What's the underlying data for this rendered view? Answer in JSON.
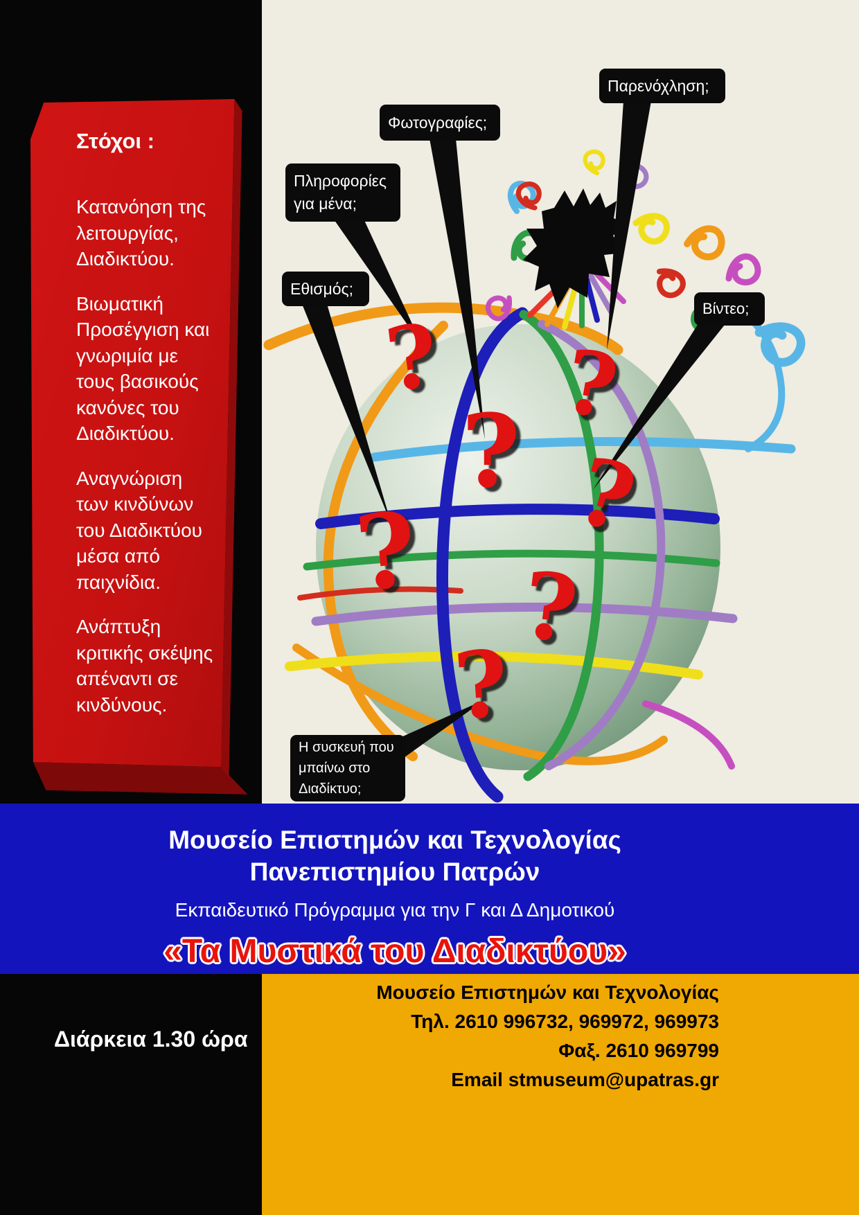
{
  "goals": {
    "title": "Στόχοι :",
    "items": [
      "Κατανόηση της λειτουργίας, Διαδικτύου.",
      "Βιωματική Προσέγγιση και γνωριμία με τους βασικούς κανόνες του Διαδικτύου.",
      "Αναγνώριση των  κινδύνων του Διαδικτύου μέσα από παιχνίδια.",
      "Ανάπτυξη κριτικής σκέψης απέναντι σε κινδύνους."
    ]
  },
  "callouts": {
    "harassment": "Παρενόχληση;",
    "photos": "Φωτογραφίες;",
    "info": "Πληροφορίες για μένα;",
    "addiction": "Εθισμός;",
    "video": "Βίντεο;",
    "device": "Η συσκευή που μπαίνω  στο Διαδίκτυο;"
  },
  "globe": {
    "question_mark": "?"
  },
  "banner": {
    "museum_line1": "Μουσείο  Επιστημών και Τεχνολογίας",
    "museum_line2": "Πανεπιστημίου Πατρών",
    "program": "Εκπαιδευτικό Πρόγραμμα για την Γ και Δ Δημοτικού",
    "title": "«Τα Μυστικά του Διαδικτύου»"
  },
  "footer": {
    "duration": "Διάρκεια  1.30 ώρα",
    "contact_name": "Μουσείο Επιστημών και Τεχνολογίας",
    "phone": "Τηλ. 2610 996732, 969972, 969973",
    "fax": "Φαξ. 2610 969799",
    "email": "Email stmuseum@upatras.gr"
  },
  "colors": {
    "panel_red": "#c61111",
    "band_blue": "#1414bd",
    "band_gold": "#f0a802",
    "title_red": "#e8140c",
    "background_cream": "#efece1",
    "question_red": "#e11212"
  }
}
